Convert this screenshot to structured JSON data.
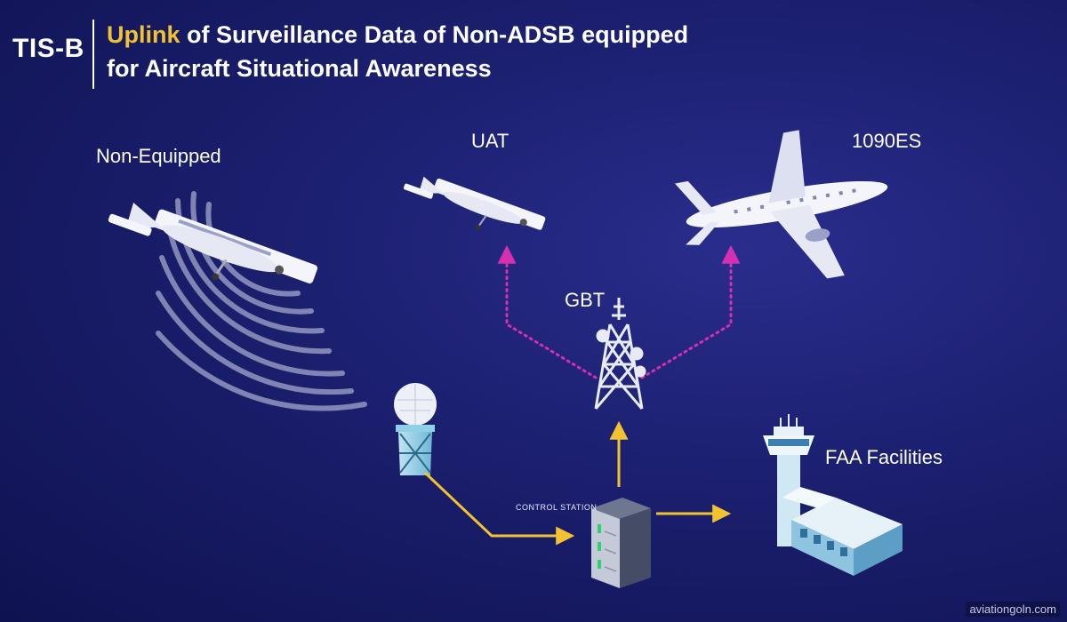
{
  "header": {
    "abbr": "TIS-B",
    "line1_accent": "Uplink",
    "line1_rest": " of Surveillance Data of Non-ADSB equipped",
    "line2": "for Aircraft Situational Awareness"
  },
  "nodes": {
    "non_equipped": "Non-Equipped",
    "uat": "UAT",
    "es1090": "1090ES",
    "gbt": "GBT",
    "control_station": "CONTROL STATION",
    "faa": "FAA Facilities"
  },
  "credit": "aviationgoln.com",
  "colors": {
    "accent": "#f2c230",
    "uplink": "#d62fb0",
    "data_flow": "#f2c230"
  }
}
